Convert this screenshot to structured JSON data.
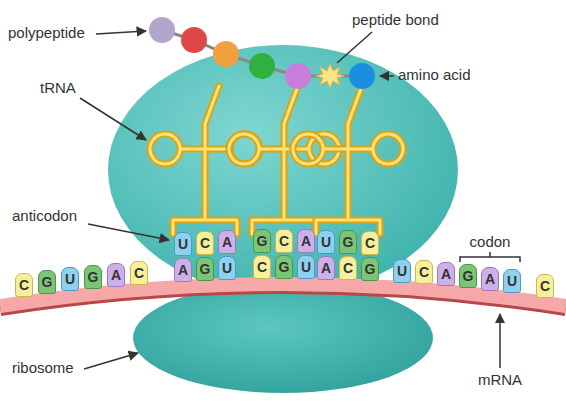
{
  "diagram": {
    "nodes": [
      {
        "text": [
          "U"
        ]
      },
      {
        "text": [
          "C"
        ]
      },
      {
        "text": [
          "A"
        ]
      },
      {
        "text": [
          "G"
        ]
      },
      {
        "text": [
          "C"
        ]
      },
      {
        "text": [
          "A"
        ]
      },
      {
        "text": [
          "U"
        ]
      },
      {
        "text": [
          "G"
        ]
      },
      {
        "text": [
          "C"
        ]
      },
      {
        "text": [
          "C"
        ]
      },
      {
        "text": [
          "G"
        ]
      },
      {
        "text": [
          "U"
        ]
      },
      {
        "text": [
          "G"
        ]
      },
      {
        "text": [
          "A"
        ]
      },
      {
        "text": [
          "C"
        ]
      },
      {
        "text": [
          "A"
        ]
      },
      {
        "text": [
          "G"
        ]
      },
      {
        "text": [
          "U"
        ]
      },
      {
        "text": [
          "C"
        ]
      },
      {
        "text": [
          "G"
        ]
      },
      {
        "text": [
          "U"
        ]
      },
      {
        "text": [
          "A"
        ]
      },
      {
        "text": [
          "C"
        ]
      },
      {
        "text": [
          "G"
        ]
      },
      {
        "text": [
          "U"
        ]
      },
      {
        "text": [
          "C"
        ]
      },
      {
        "text": [
          "A"
        ]
      },
      {
        "text": [
          "G"
        ]
      },
      {
        "text": [
          "A"
        ]
      },
      {
        "text": [
          "U"
        ]
      },
      {
        "text": [
          "C"
        ]
      }
    ],
    "labels": [
      "polypeptide",
      "peptide bond",
      "tRNA",
      "amino acid",
      "anticodon",
      "codon",
      "ribosome",
      "mRNA"
    ]
  }
}
